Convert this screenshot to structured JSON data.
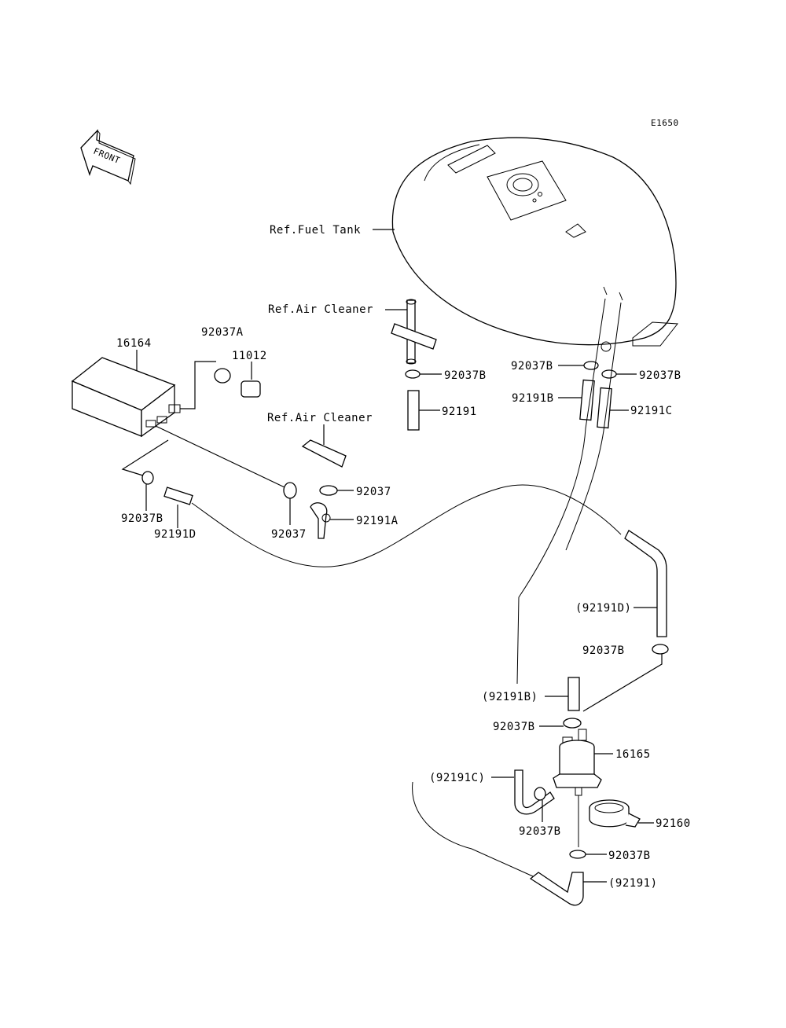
{
  "diagram": {
    "code": "E1650",
    "front_label": "FRONT",
    "labels": {
      "ref_fuel_tank": "Ref.Fuel Tank",
      "ref_air_cleaner_1": "Ref.Air Cleaner",
      "ref_air_cleaner_2": "Ref.Air Cleaner",
      "p16164": "16164",
      "p92037A": "92037A",
      "p11012": "11012",
      "p92037B_1": "92037B",
      "p92191": "92191",
      "p92037B_2": "92037B",
      "p92037B_3": "92037B",
      "p92191B": "92191B",
      "p92191C": "92191C",
      "p92037": "92037",
      "p92191A": "92191A",
      "p92037B_left": "92037B",
      "p92191D": "92191D",
      "p92037_2": "92037",
      "p92191D_ref": "(92191D)",
      "p92037B_4": "92037B",
      "p92191B_ref": "(92191B)",
      "p92037B_5": "92037B",
      "p16165": "16165",
      "p92191C_ref": "(92191C)",
      "p92037B_6": "92037B",
      "p92160": "92160",
      "p92037B_7": "92037B",
      "p92191_ref": "(92191)"
    }
  }
}
